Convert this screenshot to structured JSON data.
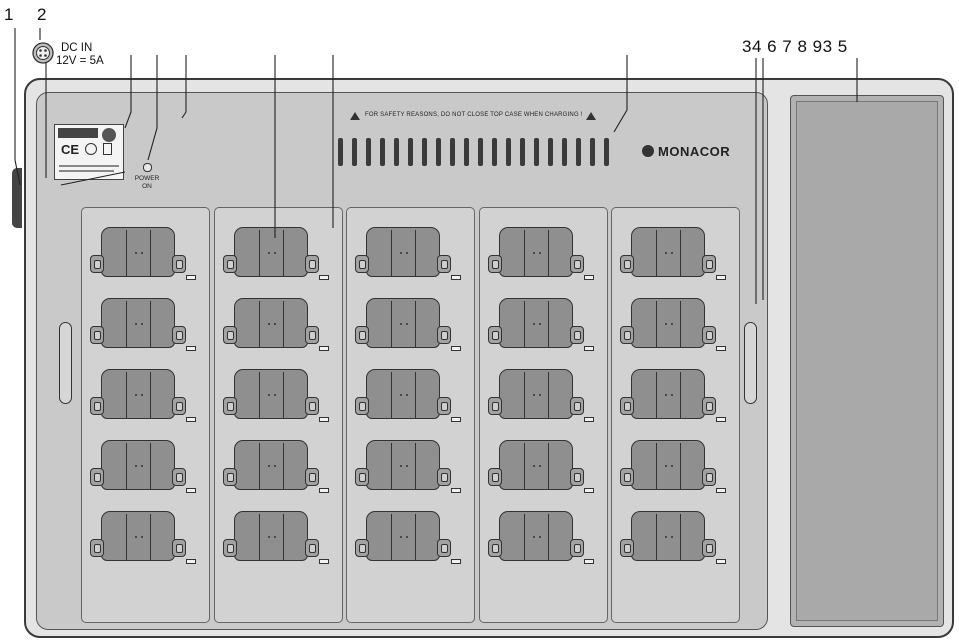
{
  "callouts": {
    "left_numbers": [
      "1",
      "2"
    ],
    "right_numbers": "34 6 7 8 93 5"
  },
  "connector": {
    "dc_in": "DC IN",
    "rating": "12V = 5A"
  },
  "panel": {
    "power_label_top": "POWER",
    "power_label_bottom": "ON",
    "safety_notice": "FOR SAFETY REASONS, DO NOT CLOSE TOP CASE WHEN CHARGING !",
    "brand": "MONACOR"
  },
  "charging_bay": {
    "columns": 5,
    "slots_per_column": 5
  },
  "colors": {
    "case": "#e4e4e4",
    "panel": "#c9c9c9",
    "lid": "#b2b2b2",
    "pack": "#8f8f8f",
    "outline": "#333333"
  }
}
